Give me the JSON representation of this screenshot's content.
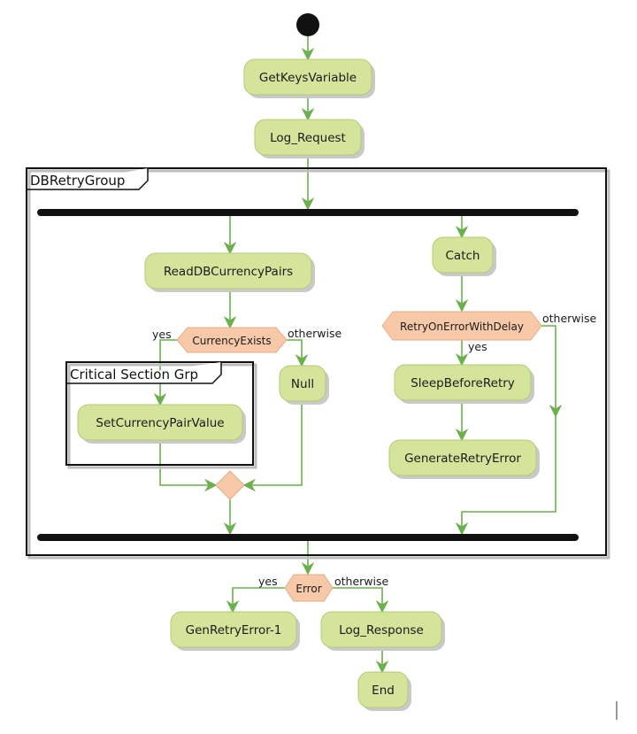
{
  "activities": {
    "get_keys": "GetKeysVariable",
    "log_request": "Log_Request",
    "read_db": "ReadDBCurrencyPairs",
    "null": "Null",
    "set_pair": "SetCurrencyPairValue",
    "catch": "Catch",
    "sleep": "SleepBeforeRetry",
    "gen_retry_error": "GenerateRetryError",
    "gen_retry_error_1": "GenRetryError-1",
    "log_response": "Log_Response",
    "end": "End"
  },
  "decisions": {
    "currency_exists": "CurrencyExists",
    "retry_on_error": "RetryOnErrorWithDelay",
    "error": "Error"
  },
  "groups": {
    "db_retry": "DBRetryGroup",
    "critical": "Critical Section Grp"
  },
  "branch_labels": {
    "currency_yes": "yes",
    "currency_otherwise": "otherwise",
    "retry_yes": "yes",
    "retry_otherwise": "otherwise",
    "error_yes": "yes",
    "error_otherwise": "otherwise"
  },
  "colors": {
    "activity_fill": "#d4e49b",
    "decision_fill": "#f7c9a8",
    "edge": "#6ab04c",
    "bar": "#111111"
  }
}
